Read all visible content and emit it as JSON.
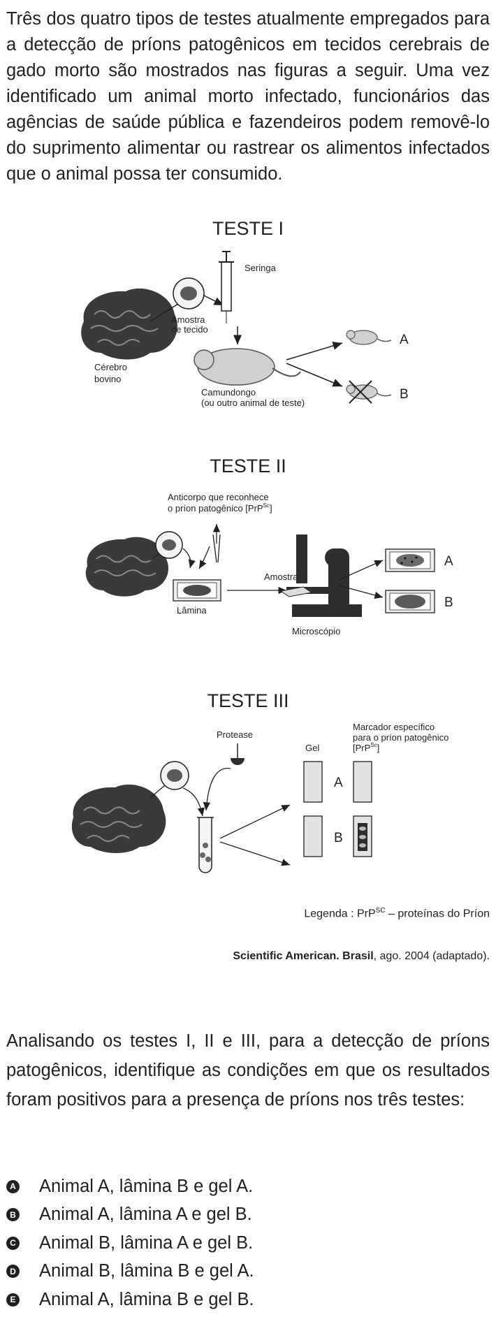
{
  "intro": "Três dos quatro tipos de testes atualmente empregados para a detecção de príons patogênicos em tecidos cerebrais de gado morto são mostrados nas figuras a seguir. Uma vez identificado um animal morto infectado, funcionários das agências de saúde pública e fazendeiros podem removê-lo do suprimento alimentar ou rastrear os alimentos infectados que o animal possa ter consumido.",
  "test1": {
    "title": "TESTE I",
    "syringe": "Seringa",
    "sample_l1": "Amostra",
    "sample_l2": "de tecido",
    "brain_l1": "Cérebro",
    "brain_l2": "bovino",
    "mouse_l1": "Camundongo",
    "mouse_l2": "(ou outro animal de teste)",
    "label_a": "A",
    "label_b": "B"
  },
  "test2": {
    "title": "TESTE II",
    "antibody_l1": "Anticorpo que reconhece",
    "antibody_l2": "o príon patogênico [PrP",
    "antibody_sup": "Sc",
    "antibody_end": "]",
    "slide": "Lâmina",
    "sample": "Amostra",
    "microscope": "Microscópio",
    "label_a": "A",
    "label_b": "B"
  },
  "test3": {
    "title": "TESTE III",
    "protease": "Protease",
    "gel": "Gel",
    "marker_l1": "Marcador específico",
    "marker_l2": "para o príon patogênico",
    "marker_l3": "[PrP",
    "marker_sup": "Sc",
    "marker_end": "]",
    "label_a": "A",
    "label_b": "B"
  },
  "legend": {
    "prefix": "Legenda : PrP",
    "sup": "SC",
    "suffix": " – proteínas do Príon"
  },
  "source": {
    "bold": "Scientific American. Brasil",
    "rest": ", ago. 2004 (adaptado)."
  },
  "question": "Analisando os testes I, II e III, para a detecção de príons patogênicos, identifique as condições em que os resultados foram positivos para a presença de príons nos três testes:",
  "options": [
    {
      "letter": "A",
      "text": "Animal A, lâmina B e gel A."
    },
    {
      "letter": "B",
      "text": "Animal A, lâmina A e gel B."
    },
    {
      "letter": "C",
      "text": "Animal B, lâmina A e gel B."
    },
    {
      "letter": "D",
      "text": "Animal B, lâmina B e gel A."
    },
    {
      "letter": "E",
      "text": "Animal A, lâmina B e gel B."
    }
  ]
}
